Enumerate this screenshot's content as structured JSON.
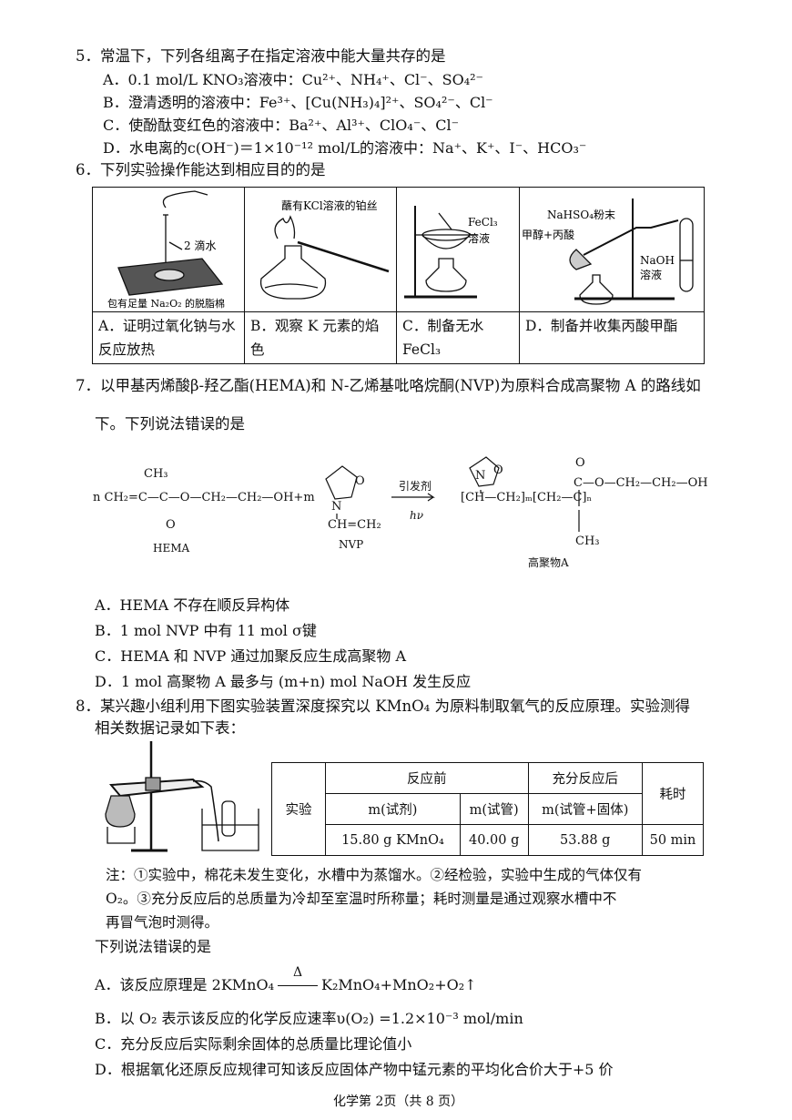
{
  "q5": {
    "stem": "5．常温下，下列各组离子在指定溶液中能大量共存的是",
    "options": [
      "A．0.1 mol/L KNO₃溶液中：Cu²⁺、NH₄⁺、Cl⁻、SO₄²⁻",
      "B．澄清透明的溶液中：Fe³⁺、[Cu(NH₃)₄]²⁺、SO₄²⁻、Cl⁻",
      "C．使酚酞变红色的溶液中：Ba²⁺、Al³⁺、ClO₄⁻、Cl⁻",
      "D．水电离的c(OH⁻)＝1×10⁻¹² mol/L的溶液中：Na⁺、K⁺、I⁻、HCO₃⁻"
    ]
  },
  "q6": {
    "stem": "6．下列实验操作能达到相应目的的是",
    "labels": {
      "a_water": "2 滴水",
      "a_cotton": "包有足量 Na₂O₂ 的脱脂棉",
      "b_wire": "蘸有KCl溶液的铂丝",
      "c_fecl3": "FeCl₃",
      "c_solution": "溶液",
      "d_nahso4": "NaHSO₄粉末",
      "d_reactants": "甲醇+丙酸",
      "d_naoh": "NaOH",
      "d_solution": "溶液"
    },
    "captions": [
      "A．证明过氧化钠与水反应放热",
      "B．观察 K 元素的焰色",
      "C．制备无水 FeCl₃",
      "D．制备并收集丙酸甲酯"
    ]
  },
  "q7": {
    "stem_line1": "7．以甲基丙烯酸β-羟乙酯(HEMA)和 N-乙烯基吡咯烷酮(NVP)为原料合成高聚物 A 的路线如",
    "stem_line2": "下。下列说法错误的是",
    "scheme": {
      "hema_label": "HEMA",
      "nvp_label": "NVP",
      "product_label": "高聚物A",
      "reagent": "引发剂",
      "condition": "hν"
    },
    "options": [
      "A．HEMA 不存在顺反异构体",
      "B．1 mol NVP 中有 11 mol σ键",
      "C．HEMA 和 NVP 通过加聚反应生成高聚物 A",
      "D．1 mol 高聚物 A 最多与 (m+n) mol NaOH 发生反应"
    ]
  },
  "q8": {
    "stem_line1": "8．某兴趣小组利用下图实验装置深度探究以 KMnO₄ 为原料制取氧气的反应原理。实验测得",
    "stem_line2": "相关数据记录如下表：",
    "table": {
      "col_experiment": "实验",
      "before": "反应前",
      "after": "充分反应后",
      "time": "耗时",
      "m_reagent": "m(试剂)",
      "m_tube": "m(试管)",
      "m_tube_solid": "m(试管+固体)",
      "v_reagent": "15.80 g KMnO₄",
      "v_tube": "40.00 g",
      "v_tube_solid": "53.88 g",
      "v_time": "50 min"
    },
    "note_line1": "注：①实验中，棉花未发生变化，水槽中为蒸馏水。②经检验，实验中生成的气体仅有",
    "note_line2": "O₂。③充分反应后的总质量为冷却至室温时所称量；耗时测量是通过观察水槽中不",
    "note_line3": "再冒气泡时测得。",
    "prompt": "下列说法错误的是",
    "optA_pre": "A．该反应原理是 2KMnO₄",
    "optA_cond": "Δ",
    "optA_post": "K₂MnO₄+MnO₂+O₂↑",
    "options": [
      "B．以 O₂ 表示该反应的化学反应速率υ(O₂) =1.2×10⁻³ mol/min",
      "C．充分反应后实际剩余固体的总质量比理论值小",
      "D．根据氧化还原反应规律可知该反应固体产物中锰元素的平均化合价大于+5 价"
    ]
  },
  "footer": "化学第 2页（共 8 页）"
}
